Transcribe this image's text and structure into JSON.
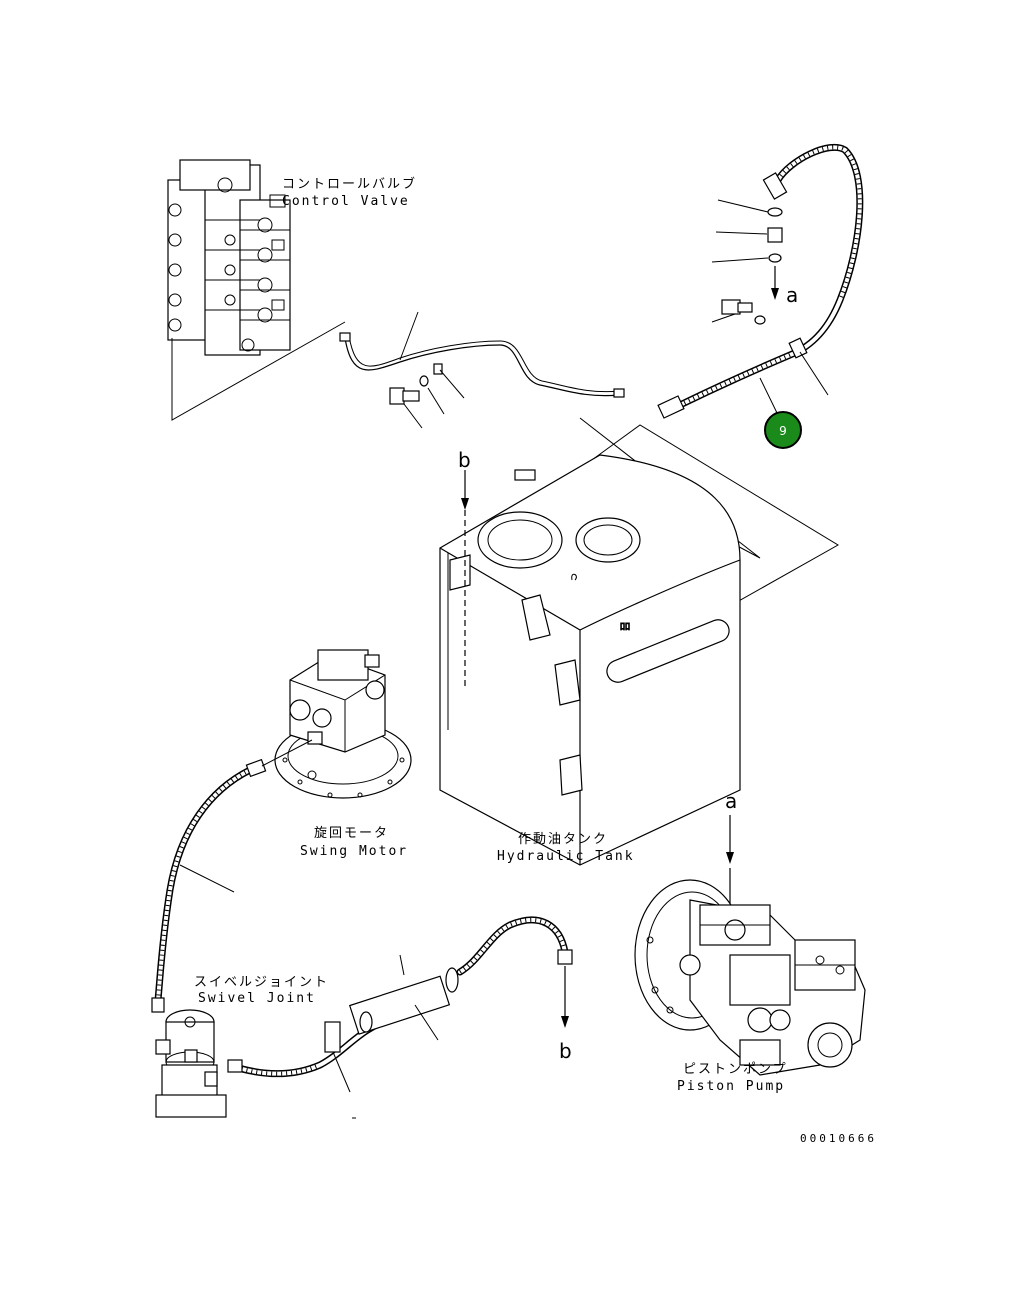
{
  "labels": {
    "control_valve_jp": "コントロールバルブ",
    "control_valve_en": "Control Valve",
    "swing_motor_jp": "旋回モータ",
    "swing_motor_en": "Swing Motor",
    "hydraulic_tank_jp": "作動油タンク",
    "hydraulic_tank_en": "Hydraulic Tank",
    "swivel_joint_jp": "スイベルジョイント",
    "swivel_joint_en": "Swivel Joint",
    "piston_pump_jp": "ピストンポンプ",
    "piston_pump_en": "Piston Pump"
  },
  "refs": {
    "a_top": "a",
    "b_top": "b",
    "a_pump": "a",
    "b_bottom": "b"
  },
  "callout": {
    "number": "9",
    "color": "#1a8a1a"
  },
  "drawing_code": "00010666"
}
